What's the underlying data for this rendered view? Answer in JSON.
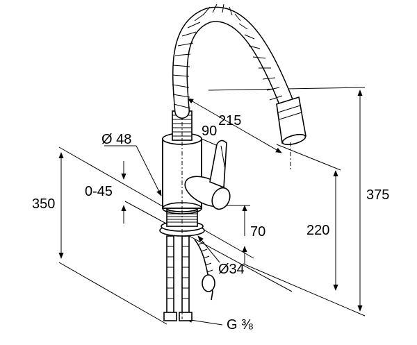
{
  "dimensions": {
    "outlet_horizontal": "215",
    "lever_angle": "90",
    "body_diameter": "Ø 48",
    "mount_thickness": "0-45",
    "total_height": "375",
    "spout_height": "220",
    "deck_height": "350",
    "shank_height": "70",
    "hole_diameter": "Ø34",
    "connection_thread": "G ⅜"
  }
}
